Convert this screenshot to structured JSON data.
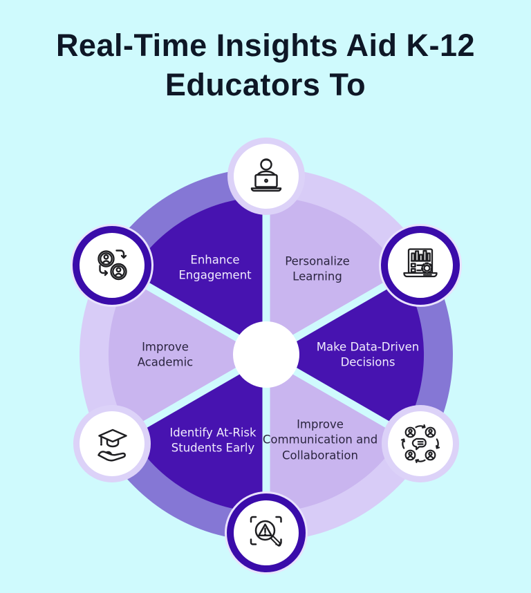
{
  "title": {
    "line1": "Real-Time Insights Aid K-12",
    "line2": "Educators To"
  },
  "wheel": {
    "segments": [
      {
        "id": "enhance-engagement",
        "label": "Enhance Engagement",
        "tone": "dark",
        "position": "upper-left"
      },
      {
        "id": "personalize-learning",
        "label": "Personalize Learning",
        "tone": "light",
        "position": "upper-right"
      },
      {
        "id": "make-data-driven-decisions",
        "label": "Make Data-Driven Decisions",
        "tone": "dark",
        "position": "right"
      },
      {
        "id": "improve-communication-and-collaboration",
        "label": "Improve Communication and Collaboration",
        "tone": "light",
        "position": "lower-right"
      },
      {
        "id": "identify-at-risk-students-early",
        "label": "Identify At-Risk Students Early",
        "tone": "dark",
        "position": "lower-left"
      },
      {
        "id": "improve-academic",
        "label": "Improve Academic",
        "tone": "light",
        "position": "left"
      }
    ],
    "icons": [
      {
        "name": "educator-at-laptop-icon",
        "position": "top",
        "ring": "light"
      },
      {
        "name": "analytics-laptop-icon",
        "position": "upper-right",
        "ring": "dark"
      },
      {
        "name": "communication-group-icon",
        "position": "lower-right",
        "ring": "light"
      },
      {
        "name": "risk-detection-magnifier-icon",
        "position": "bottom",
        "ring": "dark"
      },
      {
        "name": "graduation-cap-hand-icon",
        "position": "lower-left",
        "ring": "light"
      },
      {
        "name": "user-exchange-icon",
        "position": "upper-left",
        "ring": "dark"
      }
    ]
  },
  "colors": {
    "background": "#cffafd",
    "segment_dark": "#4713b0",
    "segment_light": "#c9b5ef",
    "outer_band_dark": "#8577d5",
    "outer_band_light": "#d8ccf7",
    "icon_ring_dark": "#3a0caa",
    "icon_ring_light": "#dcd2f8",
    "hub": "#ffffff",
    "title_text": "#0e1726",
    "label_on_dark": "#f0ecfd",
    "label_on_light": "#2b2540",
    "icon_stroke": "#1f1f22"
  }
}
